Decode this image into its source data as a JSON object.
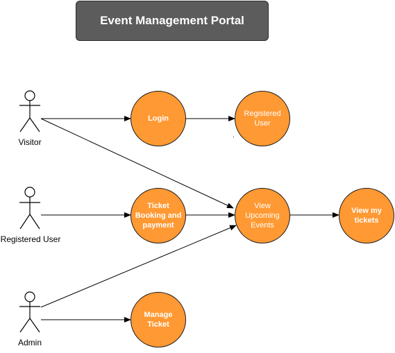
{
  "title": "Event Management Portal",
  "actors": {
    "visitor": "Visitor",
    "registered_user": "Registered User",
    "admin": "Admin"
  },
  "use_cases": {
    "login": "Login",
    "registered_user": "Registered\nUser",
    "ticket_booking": "Ticket\nBooking and\npayment",
    "view_upcoming_events": "View\nUpcoming\nEvents",
    "view_my_tickets": "View my\ntickets",
    "manage_ticket": "Manage\nTicket"
  },
  "colors": {
    "use_case_fill": "#ff9933",
    "title_fill": "#5c5c5c",
    "line": "#000000"
  }
}
